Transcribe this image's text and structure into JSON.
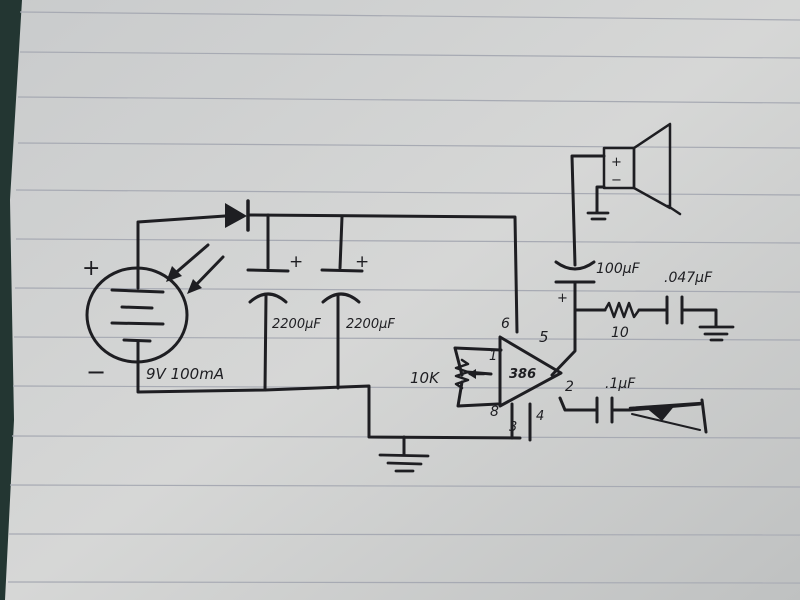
{
  "schematic": {
    "battery": {
      "plus": "+",
      "minus": "−",
      "rating": "9V 100mA"
    },
    "capacitors": {
      "c1": {
        "polarity": "+",
        "value": "2200μF"
      },
      "c2": {
        "polarity": "+",
        "value": "2200μF"
      },
      "output_cap": {
        "polarity": "+",
        "value": "100μF"
      },
      "zobel_cap": {
        "value": ".047μF"
      },
      "input_cap": {
        "value": ".1μF"
      }
    },
    "resistors": {
      "pot": {
        "value": "10K"
      },
      "zobel": {
        "value": "10"
      }
    },
    "amp_ic": {
      "label": "386"
    },
    "pins": {
      "p1": "1",
      "p2": "2",
      "p3": "3",
      "p4": "4",
      "p5": "5",
      "p6": "6",
      "p8": "8"
    },
    "speaker": {
      "plus": "+",
      "minus": "−"
    }
  }
}
